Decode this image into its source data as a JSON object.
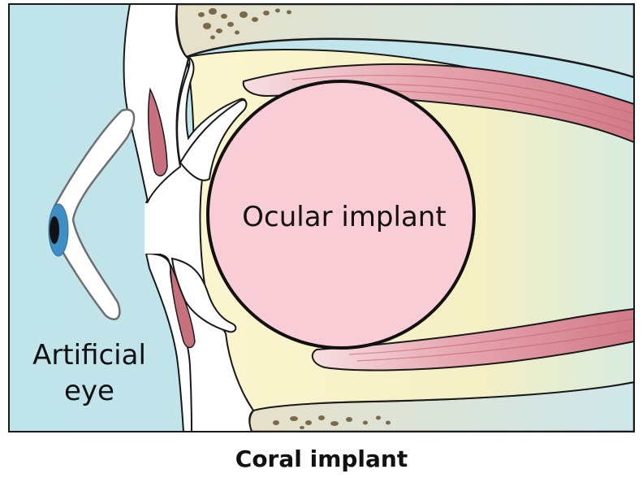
{
  "labels": {
    "ocular_implant": "Ocular implant",
    "artificial_eye_line1": "Artificial",
    "artificial_eye_line2": "eye"
  },
  "caption": "Coral implant",
  "colors": {
    "background_fluid": "#bfe4ea",
    "orbit_fat": "#f7f1c4",
    "bone": "#e7e2c9",
    "muscle": "#d9838f",
    "implant": "#f9cdd5",
    "iris": "#3d8fc6",
    "pupil": "#111111",
    "tissue_white": "#ffffff",
    "outline": "#1a1a1a"
  }
}
